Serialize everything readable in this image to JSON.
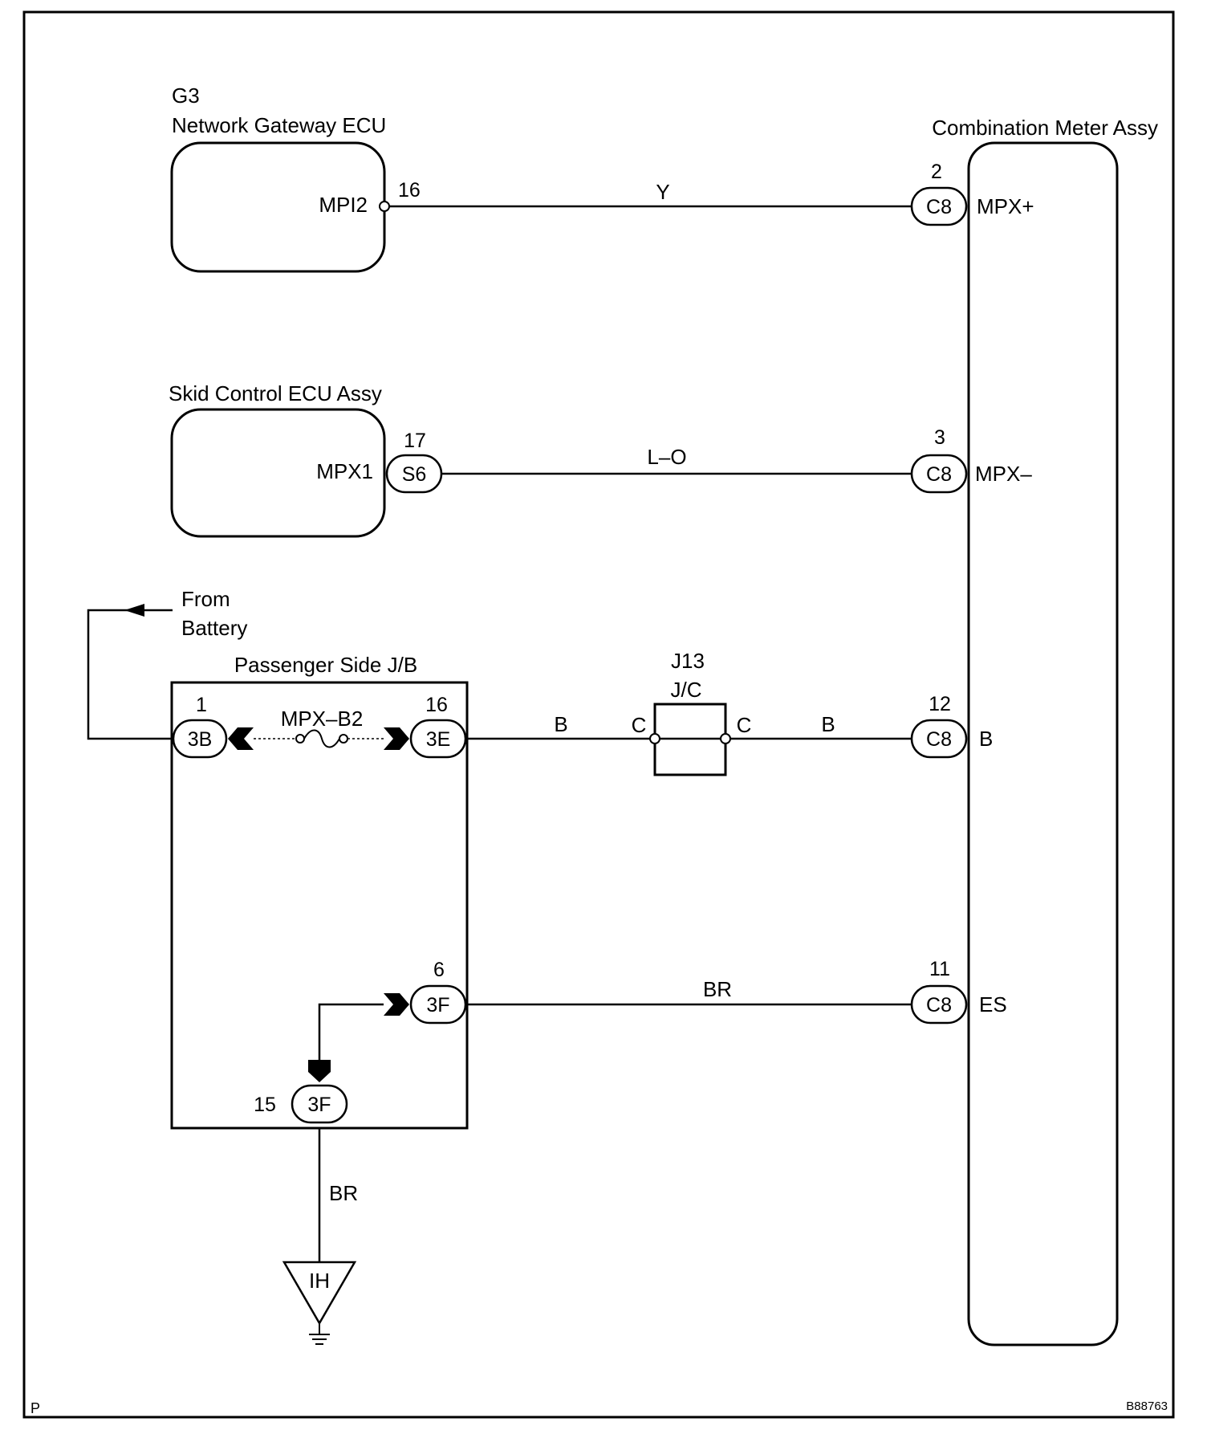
{
  "components": {
    "gateway": {
      "id": "G3",
      "name": "Network Gateway ECU",
      "terminal": "MPI2",
      "pin": "16"
    },
    "skid": {
      "name": "Skid Control ECU Assy",
      "terminal": "MPX1",
      "pin": "17",
      "connector": "S6"
    },
    "meter": {
      "name": "Combination Meter Assy",
      "terminals": [
        {
          "pin": "2",
          "connector": "C8",
          "name": "MPX+"
        },
        {
          "pin": "3",
          "connector": "C8",
          "name": "MPX–"
        },
        {
          "pin": "12",
          "connector": "C8",
          "name": "B"
        },
        {
          "pin": "11",
          "connector": "C8",
          "name": "ES"
        }
      ]
    },
    "jb": {
      "name": "Passenger Side J/B",
      "fuse": "MPX–B2",
      "pins": [
        {
          "pin": "1",
          "connector": "3B"
        },
        {
          "pin": "16",
          "connector": "3E"
        },
        {
          "pin": "6",
          "connector": "3F"
        },
        {
          "pin": "15",
          "connector": "3F"
        }
      ]
    },
    "jc": {
      "id": "J13",
      "name": "J/C",
      "pin_left": "C",
      "pin_right": "C"
    },
    "ground": {
      "name": "IH"
    },
    "battery": {
      "line1": "From",
      "line2": "Battery"
    }
  },
  "wires": {
    "mpx_plus": "Y",
    "mpx_minus": "L–O",
    "b_left": "B",
    "b_right": "B",
    "es": "BR",
    "ground": "BR"
  },
  "footer": {
    "left": "P",
    "right": "B88763"
  }
}
